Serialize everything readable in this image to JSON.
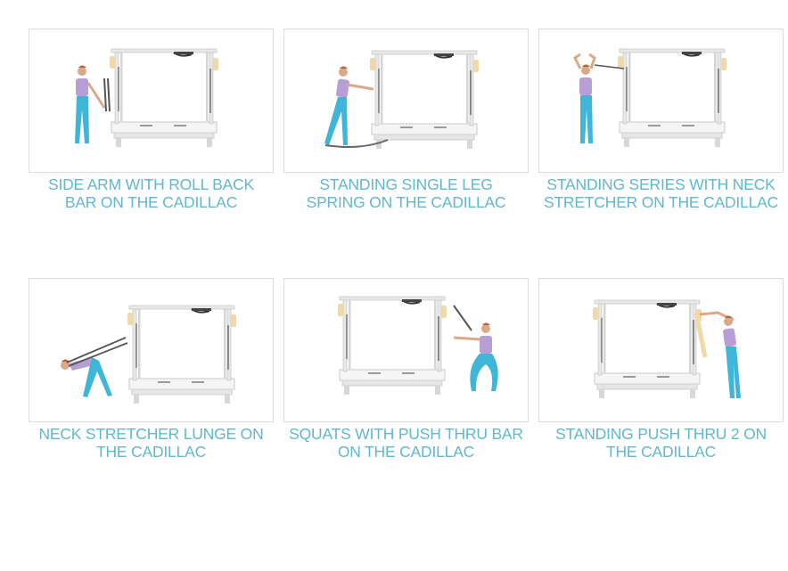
{
  "cards": [
    {
      "line1": "SIDE ARM WITH ROLL BACK",
      "line2": "BAR ON THE CADILLAC"
    },
    {
      "line1": "STANDING SINGLE LEG",
      "line2": "SPRING ON THE CADILLAC"
    },
    {
      "line1": "STANDING SERIES WITH NECK",
      "line2": "STRETCHER ON THE CADILLAC"
    },
    {
      "line1": "NECK STRETCHER LUNGE ON",
      "line2": "THE CADILLAC"
    },
    {
      "line1": "SQUATS WITH PUSH THRU BAR",
      "line2": "ON THE CADILLAC"
    },
    {
      "line1": "STANDING PUSH THRU 2 ON",
      "line2": "THE CADILLAC"
    }
  ],
  "colors": {
    "caption": "#5fb8d0",
    "leggings": "#3fb6d8",
    "top": "#b79fd6",
    "frame": "#e3e3e3"
  }
}
